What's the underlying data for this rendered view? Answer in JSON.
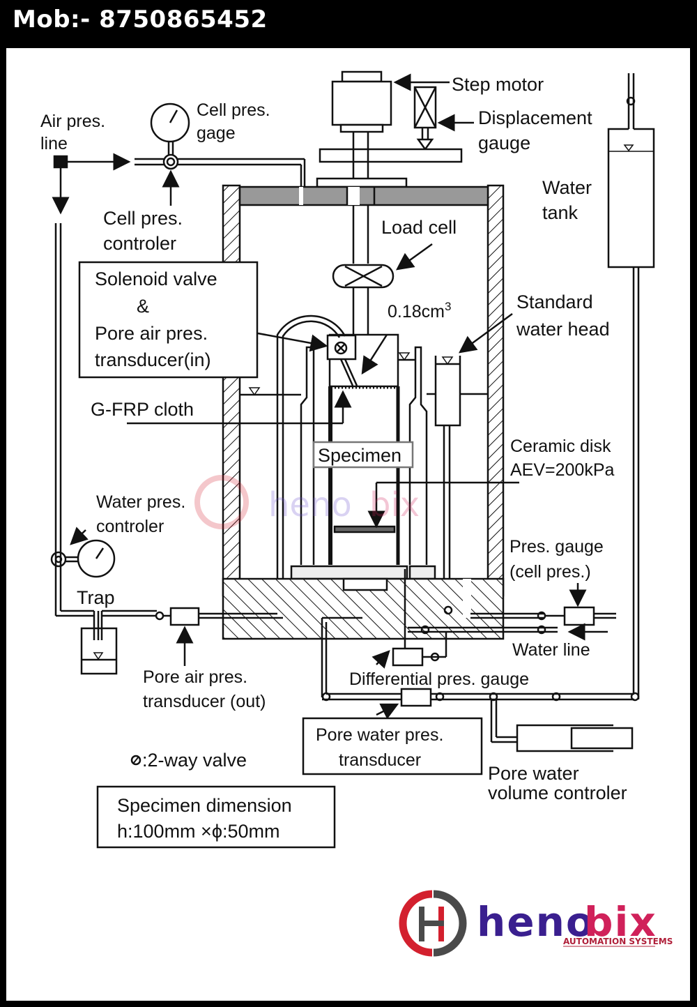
{
  "header": {
    "contact": "Mob:- 8750865452"
  },
  "diagram": {
    "labels": {
      "air_line": [
        "Air pres.",
        "line"
      ],
      "cell_gage": [
        "Cell pres.",
        "gage"
      ],
      "cell_controler": [
        "Cell pres.",
        "controler"
      ],
      "step_motor": "Step motor",
      "displacement_gauge": [
        "Displacement",
        "gauge"
      ],
      "water_tank": [
        "Water",
        "tank"
      ],
      "load_cell": "Load cell",
      "solenoid_box": [
        "Solenoid valve",
        "&",
        "Pore air pres.",
        "transducer(in)"
      ],
      "volume": "0.18cm",
      "volume_sup": "3",
      "standard_head": [
        "Standard",
        "water head"
      ],
      "gfrp": "G-FRP cloth",
      "specimen": "Specimen",
      "ceramic": [
        "Ceramic disk",
        "AEV=200kPa"
      ],
      "water_controler": [
        "Water pres.",
        "controler"
      ],
      "pres_gauge": [
        "Pres.  gauge",
        "(cell pres.)"
      ],
      "trap": "Trap",
      "water_line": "Water line",
      "pore_air_out": [
        "Pore air pres.",
        "transducer (out)"
      ],
      "differential": "Differential pres.  gauge",
      "pore_water_box": [
        "Pore water pres.",
        "transducer"
      ],
      "valve_legend": ":2-way valve",
      "volume_controler": [
        "Pore water",
        "volume controler"
      ],
      "dimension_box": [
        "Specimen dimension",
        "h:100mm ×ϕ:50mm"
      ]
    }
  },
  "brand": {
    "name_part1": "heno",
    "name_part2": "bix",
    "tagline": "AUTOMATION SYSTEMS",
    "colors": {
      "primary": "#3a1f8f",
      "accent": "#d0215a",
      "red": "#d3202e",
      "gray": "#4a4a4a"
    }
  }
}
